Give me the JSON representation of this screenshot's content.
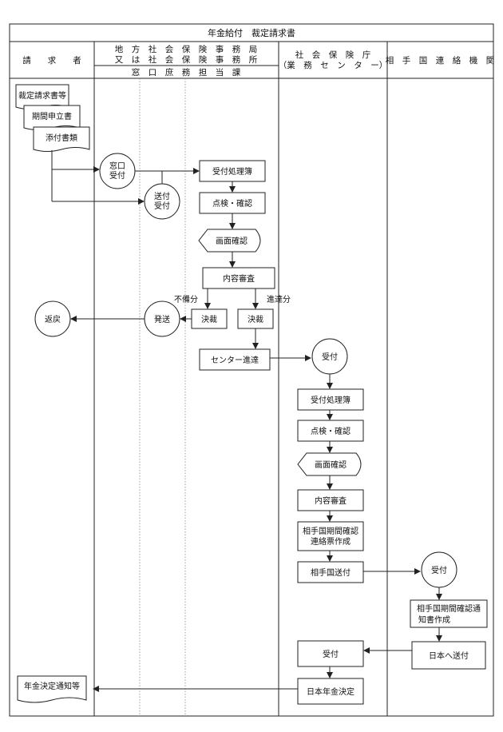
{
  "title": "年金給付　裁定請求書",
  "headers": {
    "col1": "請　　求　　者",
    "col2_line1": "地　方　社　会　保　険　事　務　局",
    "col2_line2": "又　は　社　会　保　険　事　務　所",
    "col2_line3": "窓　口　庶　務　担　当　課",
    "col3_line1": "社　会　保　険　庁",
    "col3_line2": "（業　務　セ　ン　タ　ー）",
    "col4": "相　手　国　連　絡　機　関"
  },
  "nodes": {
    "doc1": "裁定請求書等",
    "doc2": "期間申立書",
    "doc3": "添付書類",
    "madoguchi_1": "窓口",
    "madoguchi_2": "受付",
    "soufu_1": "送付",
    "soufu_2": "受付",
    "uketsuke_bo1": "受付処理簿",
    "tenken1": "点検・確認",
    "gamen1": "画面確認",
    "naiyou1": "内容審査",
    "fubi_label": "不備分",
    "shintatsu_label": "進達分",
    "kessai1": "決裁",
    "kessai2": "決裁",
    "hassou": "発送",
    "henrei": "返戻",
    "center_shintatsu": "センター進達",
    "center_uketsuke": "受付",
    "uketsuke_bo2": "受付処理簿",
    "tenken2": "点検・確認",
    "gamen2": "画面確認",
    "naiyou2": "内容審査",
    "renraku_1": "相手国期間確認",
    "renraku_2": "連絡票作成",
    "aite_soufu": "相手国送付",
    "foreign_uketsuke": "受付",
    "tsuchi_1": "相手国期間確認通",
    "tsuchi_2": "知書作成",
    "nihon_soufu": "日本へ送付",
    "japan_uketsuke": "受付",
    "nihon_kettei": "日本年金決定",
    "final_doc": "年金決定通知等"
  }
}
